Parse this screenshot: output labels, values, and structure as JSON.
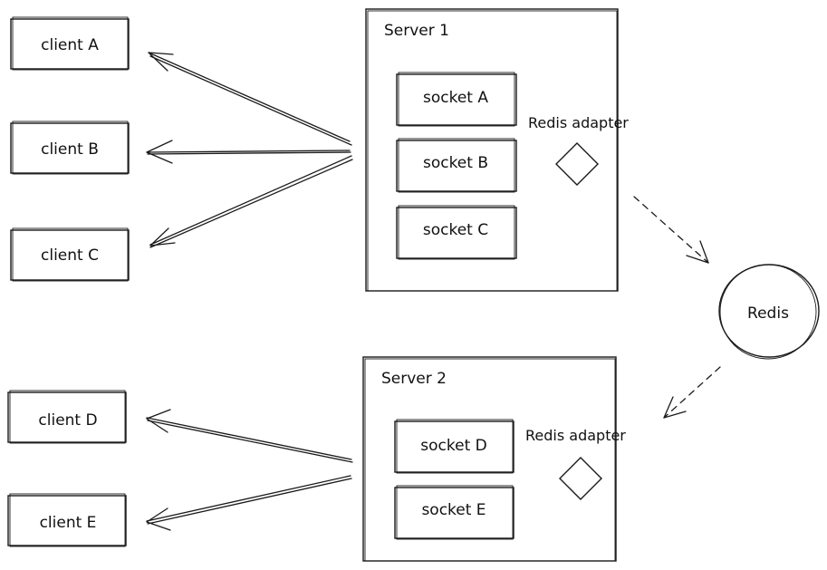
{
  "diagram": {
    "clients": [
      "client A",
      "client B",
      "client C",
      "client D",
      "client E"
    ],
    "server1": {
      "title": "Server 1",
      "sockets": [
        "socket A",
        "socket B",
        "socket C"
      ],
      "adapter_label": "Redis adapter"
    },
    "server2": {
      "title": "Server 2",
      "sockets": [
        "socket D",
        "socket E"
      ],
      "adapter_label": "Redis adapter"
    },
    "redis_label": "Redis"
  }
}
